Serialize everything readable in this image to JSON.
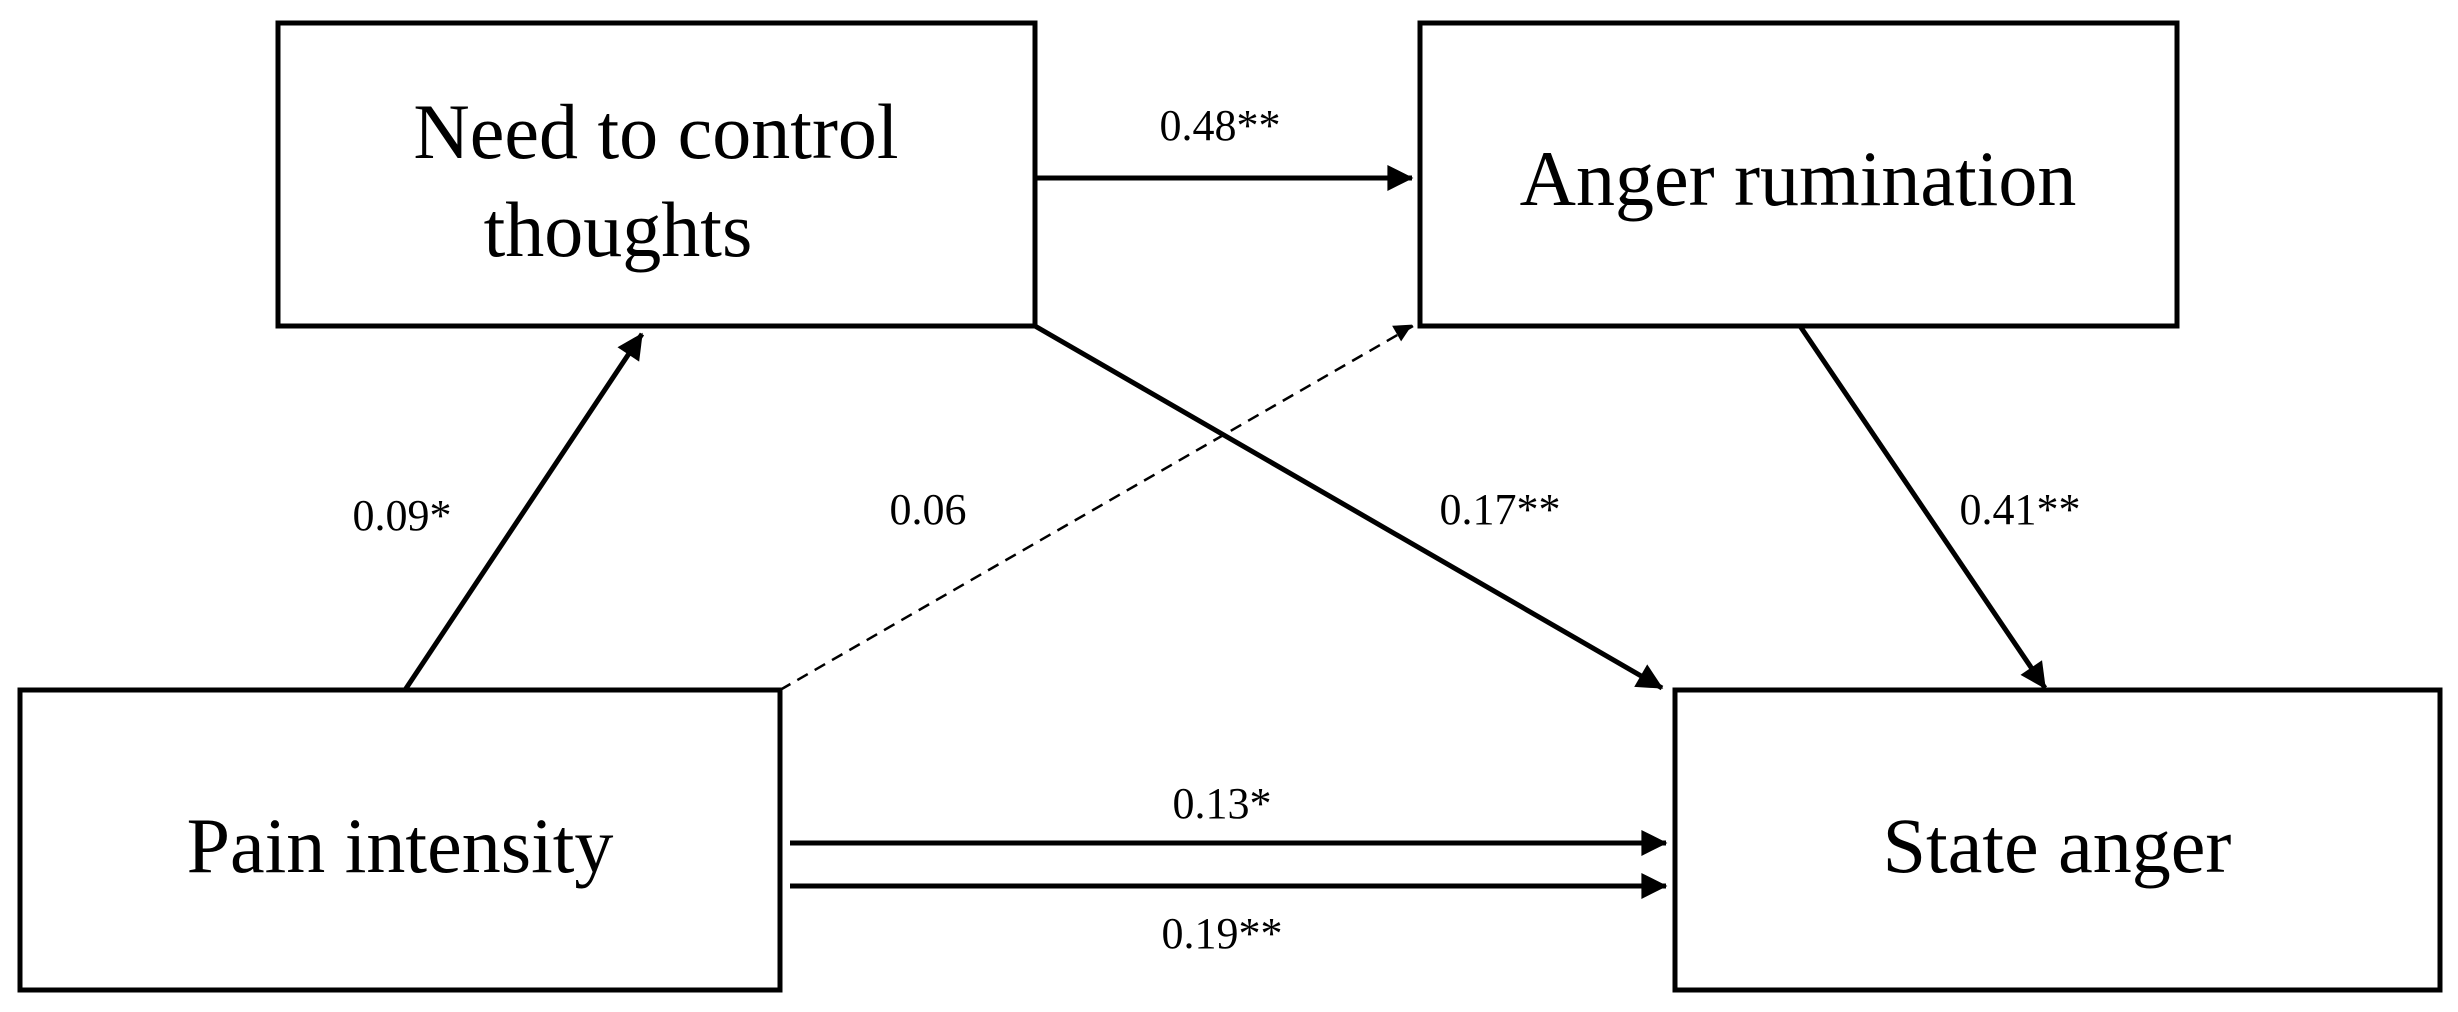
{
  "nodes": {
    "need_to_control": {
      "line1": "Need to control",
      "line2": "thoughts"
    },
    "anger_rumination": {
      "label": "Anger rumination"
    },
    "pain_intensity": {
      "label": "Pain intensity"
    },
    "state_anger": {
      "label": "State anger"
    }
  },
  "paths": {
    "pain_to_need": {
      "coefficient": "0.09*",
      "style": "solid"
    },
    "pain_to_rumination": {
      "coefficient": "0.06",
      "style": "dashed"
    },
    "need_to_rumination": {
      "coefficient": "0.48**",
      "style": "solid"
    },
    "need_to_state": {
      "coefficient": "0.17**",
      "style": "solid"
    },
    "rumination_to_state": {
      "coefficient": "0.41**",
      "style": "solid"
    },
    "pain_to_state_total": {
      "coefficient": "0.13*",
      "style": "solid"
    },
    "pain_to_state_direct": {
      "coefficient": "0.19**",
      "style": "solid"
    }
  },
  "colors": {
    "stroke": "#000000",
    "background": "#ffffff"
  }
}
